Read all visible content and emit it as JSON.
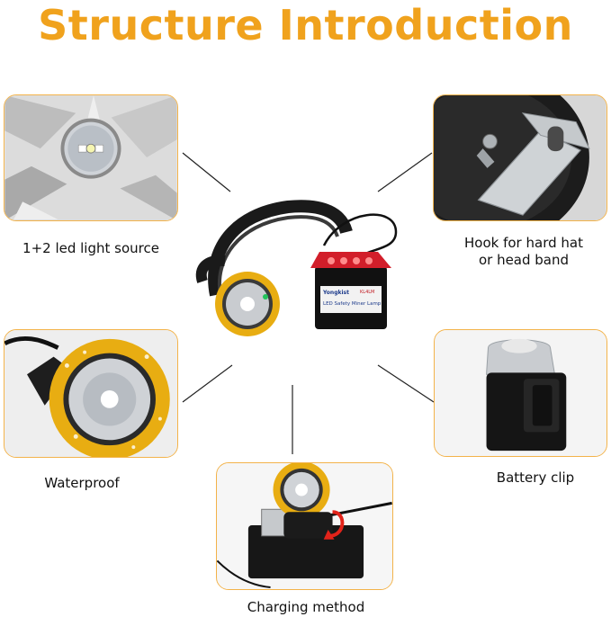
{
  "page": {
    "title": "Structure Introduction"
  },
  "features": {
    "led_source": {
      "caption": "1+2 led light source"
    },
    "hook": {
      "caption_line1": "Hook for hard hat",
      "caption_line2": "or head band"
    },
    "waterproof": {
      "caption": "Waterproof"
    },
    "battery_clip": {
      "caption": "Battery clip"
    },
    "charging": {
      "caption": "Charging method"
    }
  },
  "product": {
    "label_brand": "Yongkist",
    "label_model": "KL4LM",
    "label_text": "LED Safety Miner Lamp"
  },
  "colors": {
    "accent": "#f0a21d",
    "panel_border": "#f3b34a"
  }
}
